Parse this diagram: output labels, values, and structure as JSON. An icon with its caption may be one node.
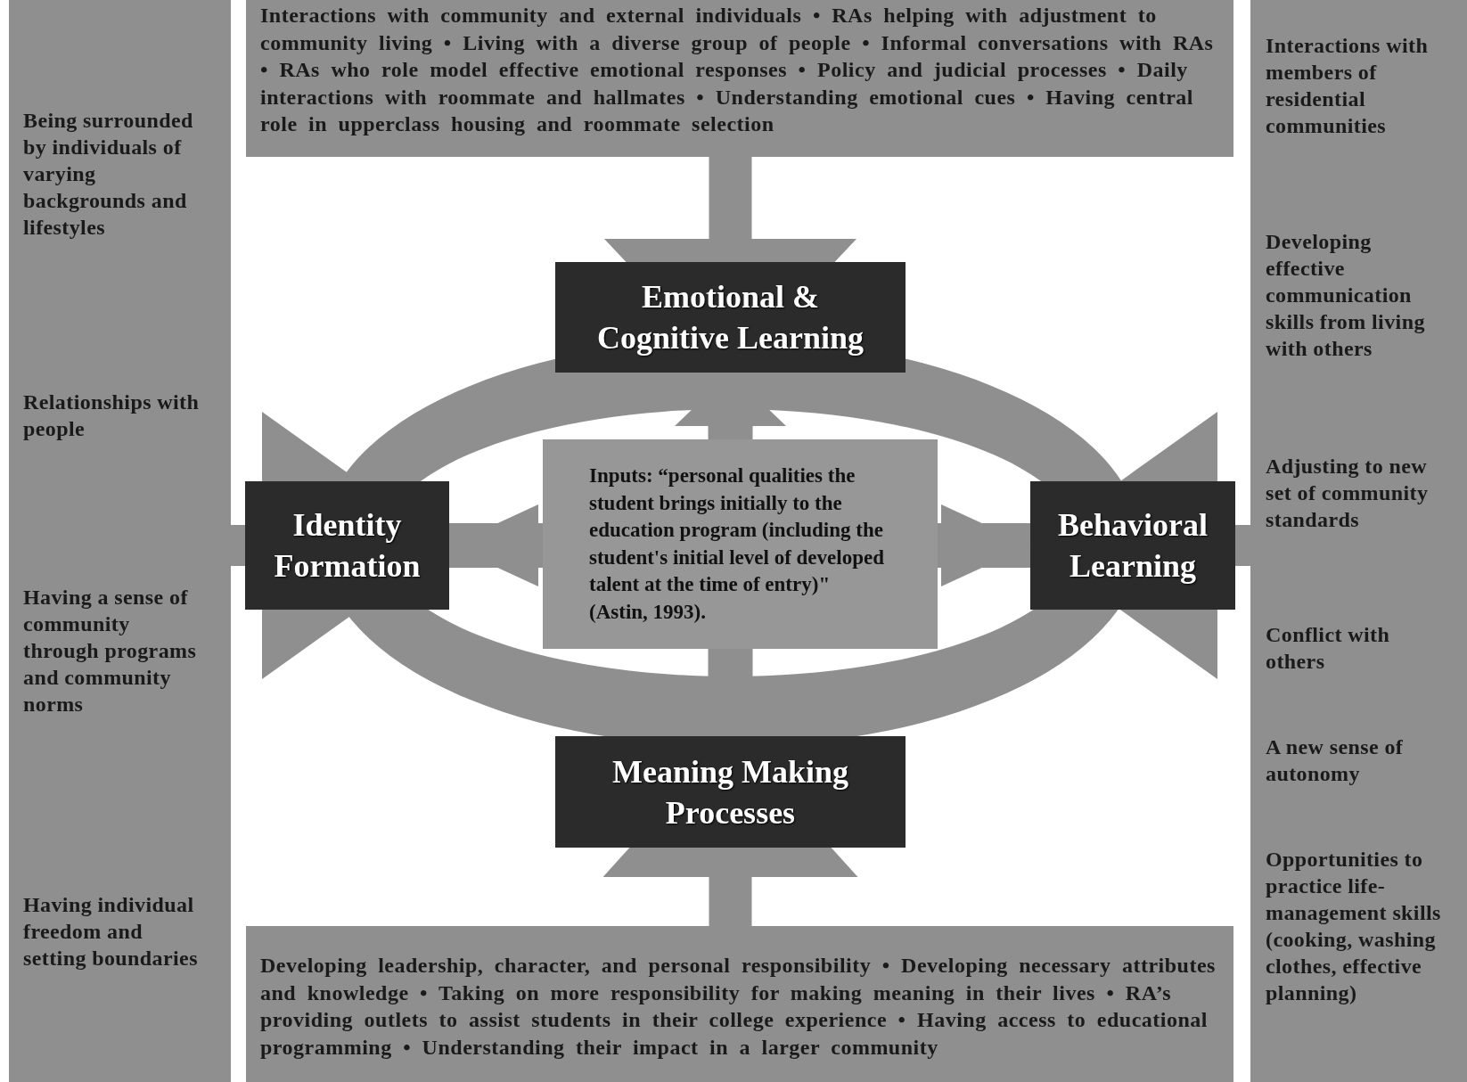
{
  "diagram": {
    "nodes": [
      {
        "text": [
          "Interactions with community and external individuals • RAs helping with adjustment to community living • Living with a diverse group of people • Informal conversations with RAs • RAs who role model effective emotional responses • Policy and judicial processes • Daily interactions with roommate and hallmates • Understanding emotional cues • Having central role in upperclass housing and roommate selection"
        ]
      },
      {
        "text": [
          "Being surrounded by individuals of varying backgrounds and lifestyles",
          "Relationships with people",
          "Having a sense of community through programs and community norms",
          "Having individual freedom and setting boundaries"
        ]
      },
      {
        "text": [
          "Interactions with members of residential communities",
          "Developing effective communication skills from living with others",
          "Adjusting to new set of community standards",
          "Conflict with others",
          "A new sense of autonomy",
          "Opportunities to practice life-management skills (cooking, washing clothes, effective planning)"
        ]
      },
      {
        "text": [
          "Developing leadership, character, and personal responsibility • Developing necessary attributes and knowledge • Taking on more responsibility for making meaning in their lives • RA’s providing outlets to assist students in their college experience • Having access to educational programming • Understanding their impact in a larger community"
        ]
      },
      {
        "text": [
          "Emotional & Cognitive Learning"
        ]
      },
      {
        "text": [
          "Identity Formation"
        ]
      },
      {
        "text": [
          "Inputs: “personal qualities the student brings initially to the education program (including the student's initial level of developed talent at the time of entry)\" (Astin, 1993)."
        ]
      },
      {
        "text": [
          "Behavioral Learning"
        ]
      },
      {
        "text": [
          "Meaning Making Processes"
        ]
      }
    ],
    "edges": [
      {
        "from": 0,
        "to": 4,
        "arrow": "to"
      },
      {
        "from": 1,
        "to": 5,
        "arrow": "to"
      },
      {
        "from": 2,
        "to": 7,
        "arrow": "to"
      },
      {
        "from": 3,
        "to": 8,
        "arrow": "to"
      },
      {
        "from": 6,
        "to": 4,
        "arrow": "to"
      },
      {
        "from": 6,
        "to": 5,
        "arrow": "to"
      },
      {
        "from": 6,
        "to": 7,
        "arrow": "to"
      },
      {
        "from": 6,
        "to": 8,
        "arrow": "to"
      }
    ]
  }
}
